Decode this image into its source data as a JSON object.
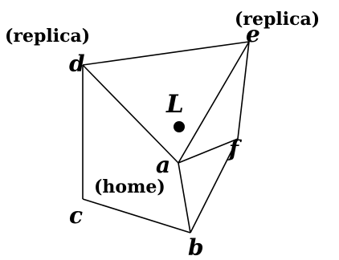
{
  "diagram": {
    "vertices": [
      {
        "id": "d",
        "label": "d",
        "tag": "(replica)"
      },
      {
        "id": "e",
        "label": "e",
        "tag": "(replica)"
      },
      {
        "id": "a",
        "label": "a",
        "tag": "(home)"
      },
      {
        "id": "f",
        "label": "f",
        "tag": ""
      },
      {
        "id": "c",
        "label": "c",
        "tag": ""
      },
      {
        "id": "b",
        "label": "b",
        "tag": ""
      }
    ],
    "edges": [
      [
        "d",
        "e"
      ],
      [
        "d",
        "a"
      ],
      [
        "d",
        "c"
      ],
      [
        "e",
        "a"
      ],
      [
        "e",
        "f"
      ],
      [
        "a",
        "f"
      ],
      [
        "a",
        "b"
      ],
      [
        "f",
        "b"
      ],
      [
        "c",
        "b"
      ]
    ],
    "point": {
      "label": "L"
    }
  }
}
